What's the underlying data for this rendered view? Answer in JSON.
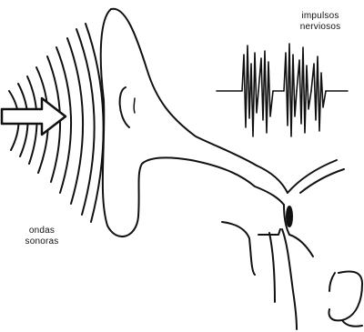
{
  "labels": {
    "sound_waves_line1": "ondas",
    "sound_waves_line2": "sonoras",
    "nerve_impulses_line1": "impulsos",
    "nerve_impulses_line2": "nerviosos"
  },
  "colors": {
    "ink": "#111111",
    "background": "#ffffff"
  }
}
